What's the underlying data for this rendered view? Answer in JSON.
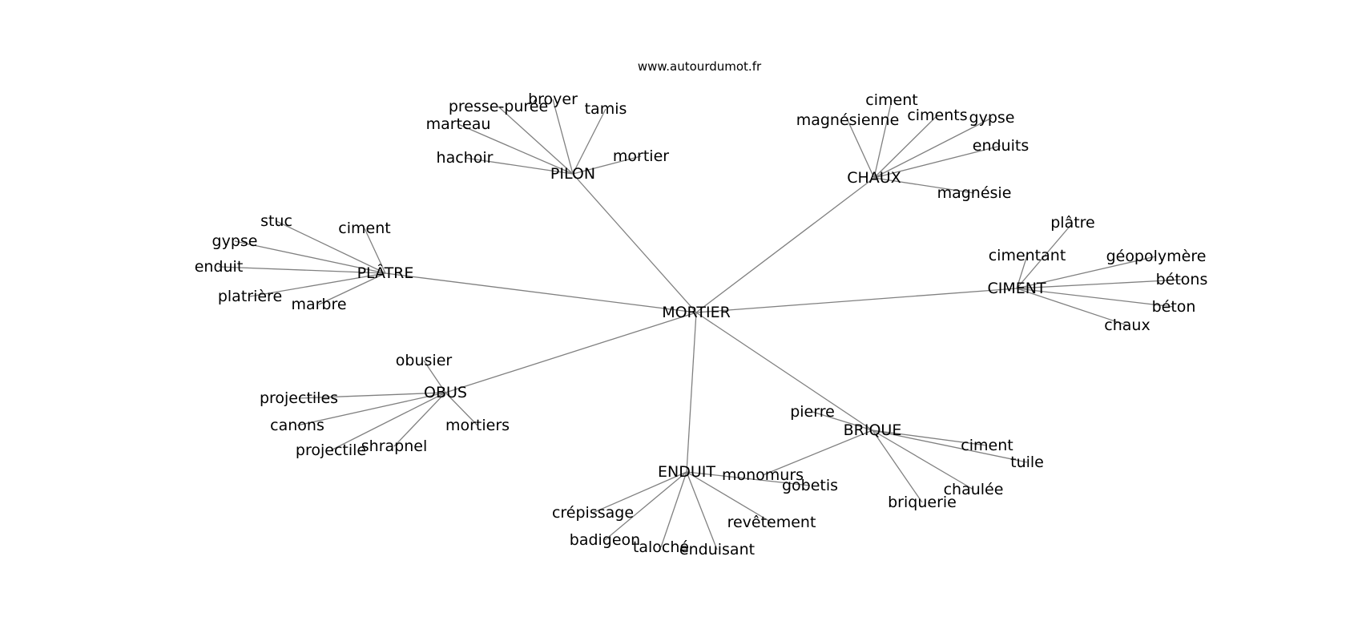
{
  "source": "www.autourdumot.fr",
  "center": "MORTIER",
  "clusters": [
    {
      "hub": "PILON",
      "words": [
        "broyer",
        "presse-purée",
        "tamis",
        "marteau",
        "hachoir",
        "mortier"
      ]
    },
    {
      "hub": "CHAUX",
      "words": [
        "ciment",
        "magnésienne",
        "ciments",
        "gypse",
        "enduits",
        "magnésie"
      ]
    },
    {
      "hub": "PLÂTRE",
      "words": [
        "stuc",
        "ciment",
        "gypse",
        "enduit",
        "platrière",
        "marbre"
      ]
    },
    {
      "hub": "CIMENT",
      "words": [
        "plâtre",
        "cimentant",
        "géopolymère",
        "bétons",
        "béton",
        "chaux"
      ]
    },
    {
      "hub": "OBUS",
      "words": [
        "obusier",
        "projectiles",
        "canons",
        "projectile",
        "shrapnel",
        "mortiers"
      ]
    },
    {
      "hub": "BRIQUE",
      "words": [
        "pierre",
        "ciment",
        "tuile",
        "chaulée",
        "briquerie",
        "monomurs"
      ]
    },
    {
      "hub": "ENDUIT",
      "words": [
        "gobetis",
        "crépissage",
        "badigeon",
        "taloché",
        "enduisant",
        "revêtement"
      ]
    }
  ]
}
